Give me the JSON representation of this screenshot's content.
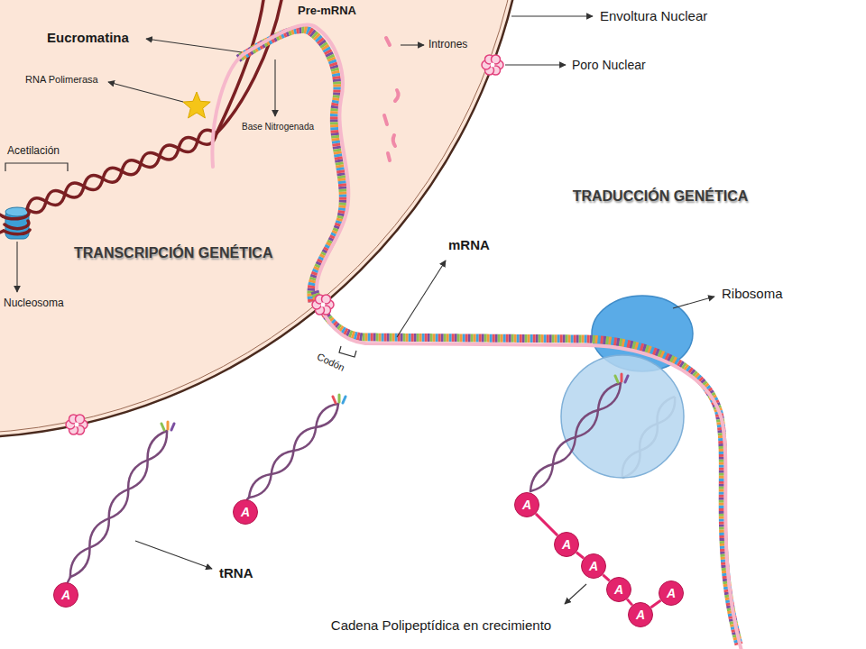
{
  "diagram": {
    "nodes": [
      {
        "text": [
          "A"
        ]
      },
      {
        "text": [
          "A"
        ]
      },
      {
        "text": [
          "A"
        ]
      },
      {
        "text": [
          "A"
        ]
      },
      {
        "text": [
          "A"
        ]
      },
      {
        "text": [
          "A"
        ]
      },
      {
        "text": [
          "A"
        ]
      },
      {
        "text": [
          "A"
        ]
      }
    ],
    "edges": [
      {
        "from": 2,
        "to": 3,
        "arrow": "none"
      },
      {
        "from": 3,
        "to": 4,
        "arrow": "none"
      },
      {
        "from": 4,
        "to": 5,
        "arrow": "none"
      },
      {
        "from": 5,
        "to": 6,
        "arrow": "none"
      },
      {
        "from": 6,
        "to": 7,
        "arrow": "none"
      }
    ],
    "labels": [
      "Eucromatina",
      "Pre-mRNA",
      "Envoltura Nuclear",
      "RNA Polimerasa",
      "Intrones",
      "Poro Nuclear",
      "Base Nitrogenada",
      "Acetilación",
      "TRADUCCIÓN GENÉTICA",
      "mRNA",
      "TRANSCRIPCIÓN GENÉTICA",
      "Nucleosoma",
      "Ribosoma",
      "Codón",
      "tRNA",
      "Cadena Polipeptídica en crecimiento"
    ]
  }
}
